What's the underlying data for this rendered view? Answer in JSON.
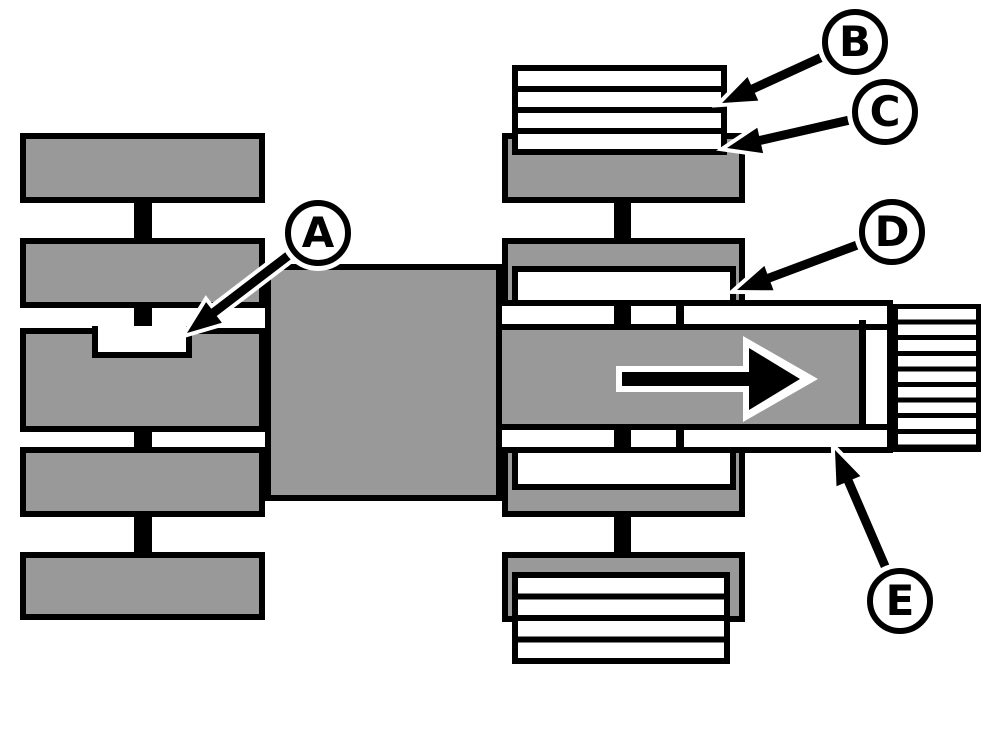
{
  "figure": {
    "colors": {
      "part_gray": "#999999",
      "ink": "#000000",
      "paper": "#ffffff"
    },
    "callouts": {
      "a": {
        "label": "A"
      },
      "b": {
        "label": "B"
      },
      "c": {
        "label": "C"
      },
      "d": {
        "label": "D"
      },
      "e": {
        "label": "E"
      }
    }
  }
}
